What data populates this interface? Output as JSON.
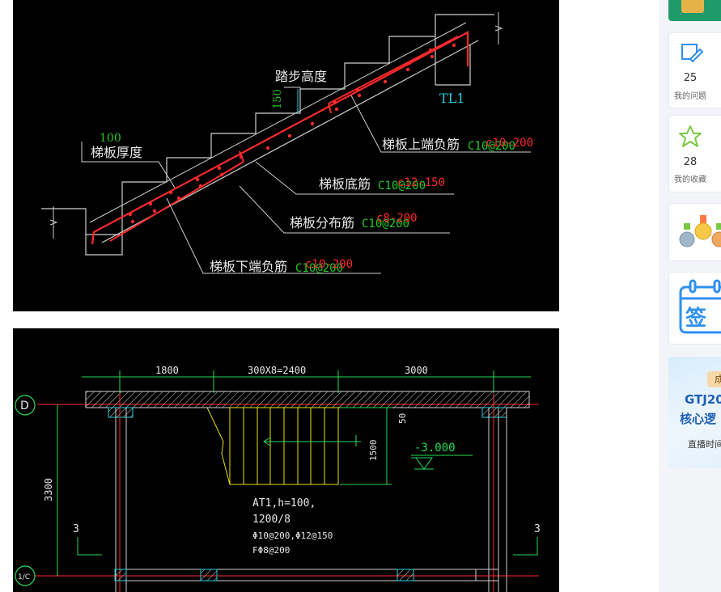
{
  "drawing_top": {
    "label_step_height": "踏步高度",
    "label_150": "150",
    "label_100": "100",
    "label_thickness": "梯板厚度",
    "label_tl1": "TL1",
    "label_top_neg_bar": "梯板上端负筋",
    "label_top_neg_bar_green": "C10@200",
    "label_top_neg_bar_red": "c10-200",
    "label_bottom_bar": "梯板底筋",
    "label_bottom_bar_green": "C10@200",
    "label_bottom_bar_red": "c12-150",
    "label_dist_bar": "梯板分布筋",
    "label_dist_bar_green": "C10@200",
    "label_dist_bar_red": "c8-200",
    "label_lower_neg_bar": "梯板下端负筋",
    "label_lower_neg_bar_green": "C10@200",
    "label_lower_neg_bar_red": "c10-200"
  },
  "drawing_plan": {
    "dim_left": "1800",
    "dim_mid": "300X8=2400",
    "dim_right": "3000",
    "axis_d": "D",
    "axis_1c": "1/C",
    "dim_height": "3300",
    "dim_50": "50",
    "dim_1500": "1500",
    "elevation": "-3.000",
    "mark_3_left": "3",
    "mark_3_right": "3",
    "note_line1": "AT1,h=100,",
    "note_line2": "1200/8",
    "note_line3": "Φ10@200,Φ12@150",
    "note_line4": "FΦ8@200"
  },
  "sidebar": {
    "questions_count": "25",
    "questions_label": "我的问题",
    "favorites_count": "28",
    "favorites_label": "我的收藏",
    "checkin_glyph": "签",
    "promo_tag": "成",
    "promo_title1": "GTJ20",
    "promo_title2": "核心逻",
    "promo_time": "直播时间"
  },
  "colors": {
    "cad_bg": "#000000",
    "rebar_red": "#ff2a2a",
    "label_green": "#22cc22",
    "axis_green": "#22dd55",
    "yellow": "#e8e000",
    "cyan": "#22d0e0",
    "sidebar_bg": "#f2f4f7",
    "icon_blue": "#2e8ff0",
    "icon_green": "#7ac943"
  }
}
